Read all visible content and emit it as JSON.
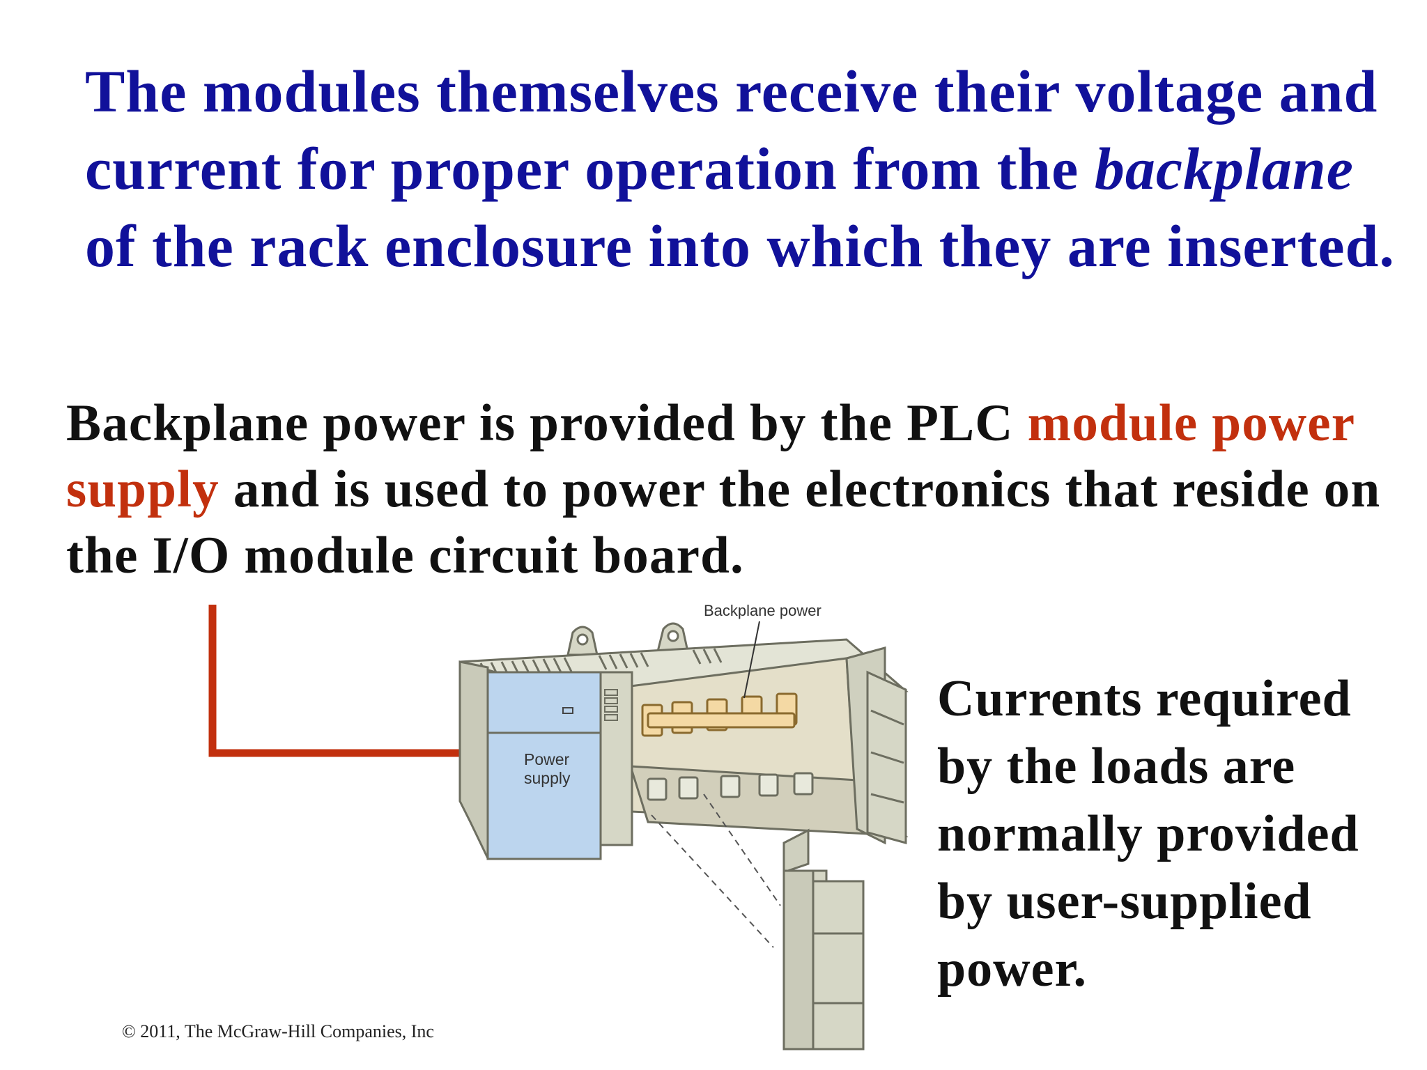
{
  "paragraph1": {
    "lead": "The modules themselves receive their voltage and current for proper operation from the",
    "emphasis": "backplane",
    "tail": "of the rack enclosure into which they are inserted."
  },
  "paragraph2": {
    "lead": "Backplane power is provided by the PLC",
    "highlight": "module power supply",
    "tail": "and is used to power the electronics that reside on the I/O module circuit board."
  },
  "paragraph3": {
    "text": "Currents required by the loads are normally provided by user-supplied power."
  },
  "diagram": {
    "backplane_label": "Backplane power",
    "power_supply_line1": "Power",
    "power_supply_line2": "supply"
  },
  "footer": {
    "copyright": "© 2011, The McGraw-Hill Companies, Inc"
  },
  "colors": {
    "title_blue": "#11119a",
    "highlight_red": "#c2300e",
    "arrow_red": "#c2300e",
    "power_supply_blue": "#bcd5ee",
    "module_gray": "#d6d7c6"
  }
}
